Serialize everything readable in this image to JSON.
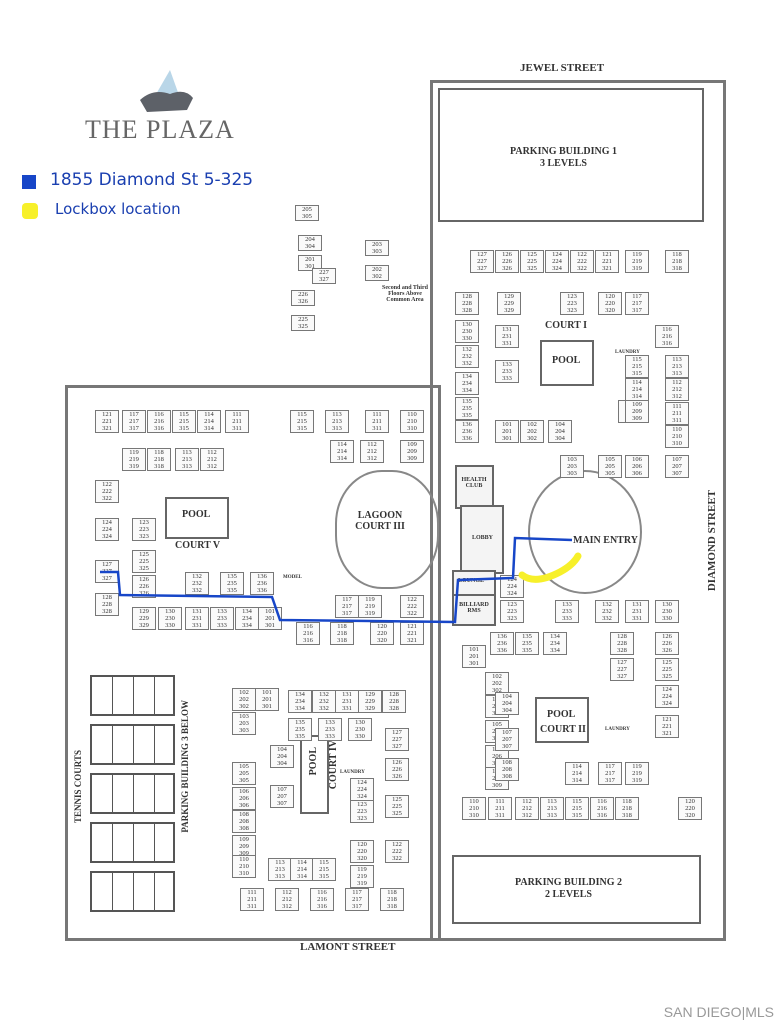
{
  "logo": {
    "title": "THE PLAZA",
    "icon": "shell-logo-icon"
  },
  "legend": [
    {
      "label": "1855 Diamond St 5-325",
      "color": "#1746c8"
    },
    {
      "label": "Lockbox location",
      "color": "#f7f02a"
    }
  ],
  "streets": {
    "north": "JEWEL STREET",
    "east": "DIAMOND STREET",
    "south": "LAMONT STREET"
  },
  "areas": {
    "parking1": "PARKING BUILDING 1",
    "parking1_levels": "3 LEVELS",
    "parking2": "PARKING BUILDING 2",
    "parking2_levels": "2 LEVELS",
    "parking3": "PARKING BUILDING 3 BELOW",
    "tennis": "TENNIS COURTS",
    "court1": "COURT I",
    "court2": "COURT II",
    "court4": "COURT IV",
    "court5": "COURT V",
    "lagoon": "LAGOON COURT III",
    "pool": "POOL",
    "main_entry": "MAIN ENTRY",
    "lobby": "LOBBY",
    "lounge": "LOUNGE",
    "health_club": "HEALTH CLUB",
    "billiard": "BILLIARD RMS",
    "laundry": "LAUNDRY",
    "model": "MODEL",
    "common_note": "Second and Third Floors Above Common Area"
  },
  "units": [
    "127\n227\n327",
    "126\n226\n326",
    "125\n225\n325",
    "124\n224\n324",
    "122\n222\n322",
    "121\n221\n321",
    "119\n219\n319",
    "118\n218\n318",
    "128\n228\n328",
    "129\n229\n329",
    "123\n223\n323",
    "120\n220\n320",
    "117\n217\n317",
    "130\n230\n330",
    "131\n231\n331",
    "132\n232\n332",
    "133\n233\n333",
    "134\n234\n334",
    "135\n235\n335",
    "136\n236\n336",
    "101\n201\n301",
    "102\n202\n302",
    "104\n204\n304",
    "108\n208\n308",
    "116\n216\n316",
    "115\n215\n315",
    "114\n214\n314",
    "113\n213\n313",
    "112\n212\n312",
    "111\n211\n311",
    "110\n210\n310",
    "109\n209\n309",
    "103\n203\n303",
    "105\n205\n305",
    "106\n206\n306",
    "107\n207\n307",
    "121\n221\n321",
    "117\n217\n317",
    "116\n216\n316",
    "115\n215\n315",
    "114\n214\n314",
    "111\n211\n311",
    "115\n215\n315",
    "113\n213\n313",
    "111\n211\n311",
    "110\n210\n310",
    "114\n214\n314",
    "112\n212\n312",
    "109\n209\n309",
    "119\n219\n319",
    "118\n218\n318",
    "113\n213\n313",
    "112\n212\n312",
    "122\n222\n322",
    "124\n224\n324",
    "127\n227\n327",
    "128\n228\n328",
    "123\n223\n323",
    "125\n225\n325",
    "126\n226\n326",
    "132\n232\n332",
    "135\n235\n335",
    "136\n236\n336",
    "129\n229\n329",
    "130\n230\n330",
    "131\n231\n331",
    "133\n233\n333",
    "134\n234\n334",
    "101\n201\n301",
    "117\n217\n317",
    "119\n219\n319",
    "122\n222\n322",
    "116\n216\n316",
    "118\n218\n318",
    "120\n220\n320",
    "121\n221\n321",
    "124\n224\n324",
    "123\n223\n323",
    "133\n233\n333",
    "132\n232\n332",
    "131\n231\n331",
    "130\n230\n330",
    "136\n236\n336",
    "135\n235\n335",
    "134\n234\n334",
    "128\n228\n328",
    "127\n227\n327",
    "126\n226\n326",
    "125\n225\n325",
    "124\n224\n324",
    "121\n221\n321",
    "101\n201\n301",
    "102\n202\n302",
    "103\n203\n303",
    "105\n205\n305",
    "106\n206\n306",
    "109\n209\n309",
    "104\n204\n304",
    "107\n207\n307",
    "108\n208\n308",
    "114\n214\n314",
    "117\n217\n317",
    "119\n219\n319",
    "110\n210\n310",
    "111\n211\n311",
    "112\n212\n312",
    "113\n213\n313",
    "115\n215\n315",
    "116\n216\n316",
    "118\n218\n318",
    "120\n220\n320",
    "102\n202\n302",
    "101\n201\n301",
    "134\n234\n334",
    "132\n232\n332",
    "131\n231\n331",
    "129\n229\n329",
    "128\n228\n328",
    "103\n203\n303",
    "105\n205\n305",
    "106\n206\n306",
    "108\n208\n308",
    "109\n209\n309",
    "110\n210\n310",
    "135\n235\n335",
    "133\n233\n333",
    "130\n230\n330",
    "104\n204\n304",
    "107\n207\n307",
    "127\n227\n327",
    "126\n226\n326",
    "124\n224\n324",
    "125\n225\n325",
    "123\n223\n323",
    "122\n222\n322",
    "120\n220\n320",
    "119\n219\n319",
    "113\n213\n313",
    "114\n214\n314",
    "115\n215\n315",
    "111\n211\n311",
    "112\n212\n312",
    "116\n216\n316",
    "117\n217\n317",
    "118\n218\n318",
    "205\n305",
    "204\n304",
    "201\n301",
    "227\n327",
    "226\n326",
    "225\n325",
    "203\n303",
    "202\n302"
  ],
  "watermark": "SAN DIEGO|MLS"
}
